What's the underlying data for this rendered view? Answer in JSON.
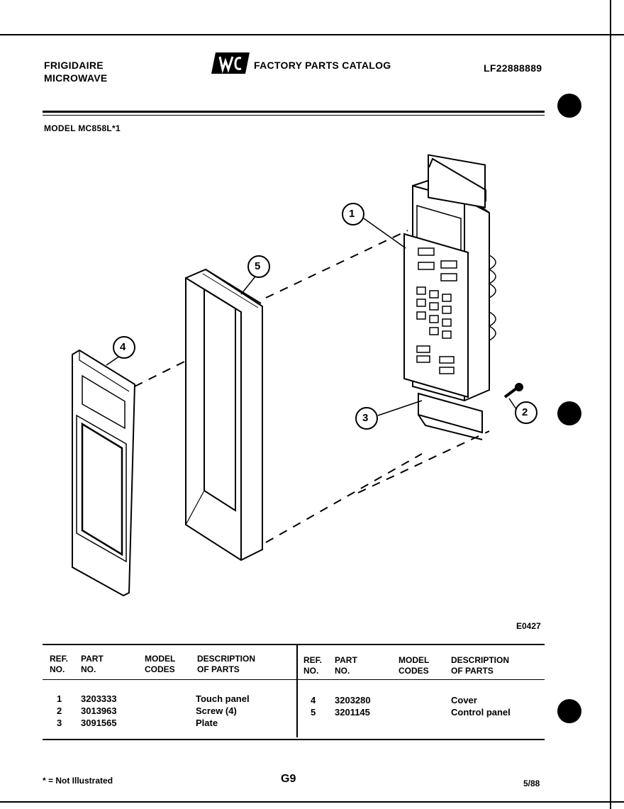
{
  "header": {
    "brand_line1": "FRIGIDAIRE",
    "brand_line2": "MICROWAVE",
    "catalog_title": "FACTORY PARTS CATALOG",
    "catalog_number": "LF22888889",
    "model_line": "MODEL MC858L*1"
  },
  "diagram": {
    "figure_code": "E0427",
    "callouts": [
      "1",
      "2",
      "3",
      "4",
      "5"
    ]
  },
  "table": {
    "headers": {
      "ref_no": [
        "REF.",
        "NO."
      ],
      "part_no": [
        "PART",
        "NO."
      ],
      "model_codes": [
        "MODEL",
        "CODES"
      ],
      "description": [
        "DESCRIPTION",
        "OF PARTS"
      ]
    },
    "left_rows": [
      {
        "ref": "1",
        "part": "3203333",
        "model": "",
        "desc": "Touch panel"
      },
      {
        "ref": "2",
        "part": "3013963",
        "model": "",
        "desc": "Screw (4)"
      },
      {
        "ref": "3",
        "part": "3091565",
        "model": "",
        "desc": "Plate"
      }
    ],
    "right_rows": [
      {
        "ref": "4",
        "part": "3203280",
        "model": "",
        "desc": "Cover"
      },
      {
        "ref": "5",
        "part": "3201145",
        "model": "",
        "desc": "Control panel"
      }
    ]
  },
  "footer": {
    "note": "* = Not Illustrated",
    "page_code": "G9",
    "date": "5/88"
  }
}
